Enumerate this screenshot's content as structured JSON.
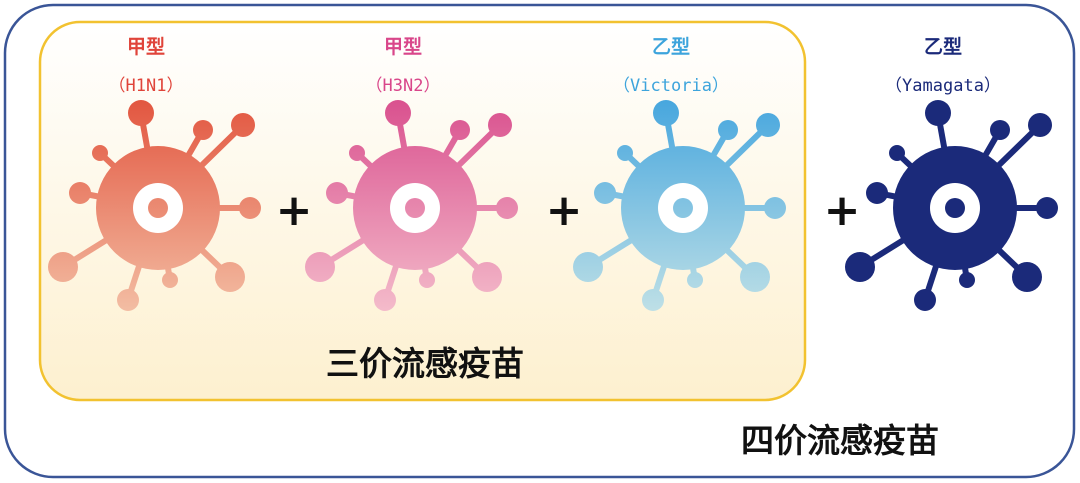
{
  "strains": [
    {
      "type": "甲型",
      "name": "（H1N1）",
      "color": "#e0443a",
      "grad": [
        "#e2553f",
        "#f3bea4"
      ]
    },
    {
      "type": "甲型",
      "name": "（H3N2）",
      "color": "#d9468a",
      "grad": [
        "#d9508e",
        "#f4bccb"
      ]
    },
    {
      "type": "乙型",
      "name": "（Victoria）",
      "color": "#3da4dc",
      "grad": [
        "#46a6de",
        "#bfe0e6"
      ]
    },
    {
      "type": "乙型",
      "name": "（Yamagata）",
      "color": "#1b2a7a",
      "grad": [
        "#1b2a7a",
        "#1b2a7a"
      ]
    }
  ],
  "plus": "+",
  "trivalent_label": "三价流感疫苗",
  "quadrivalent_label": "四价流感疫苗"
}
